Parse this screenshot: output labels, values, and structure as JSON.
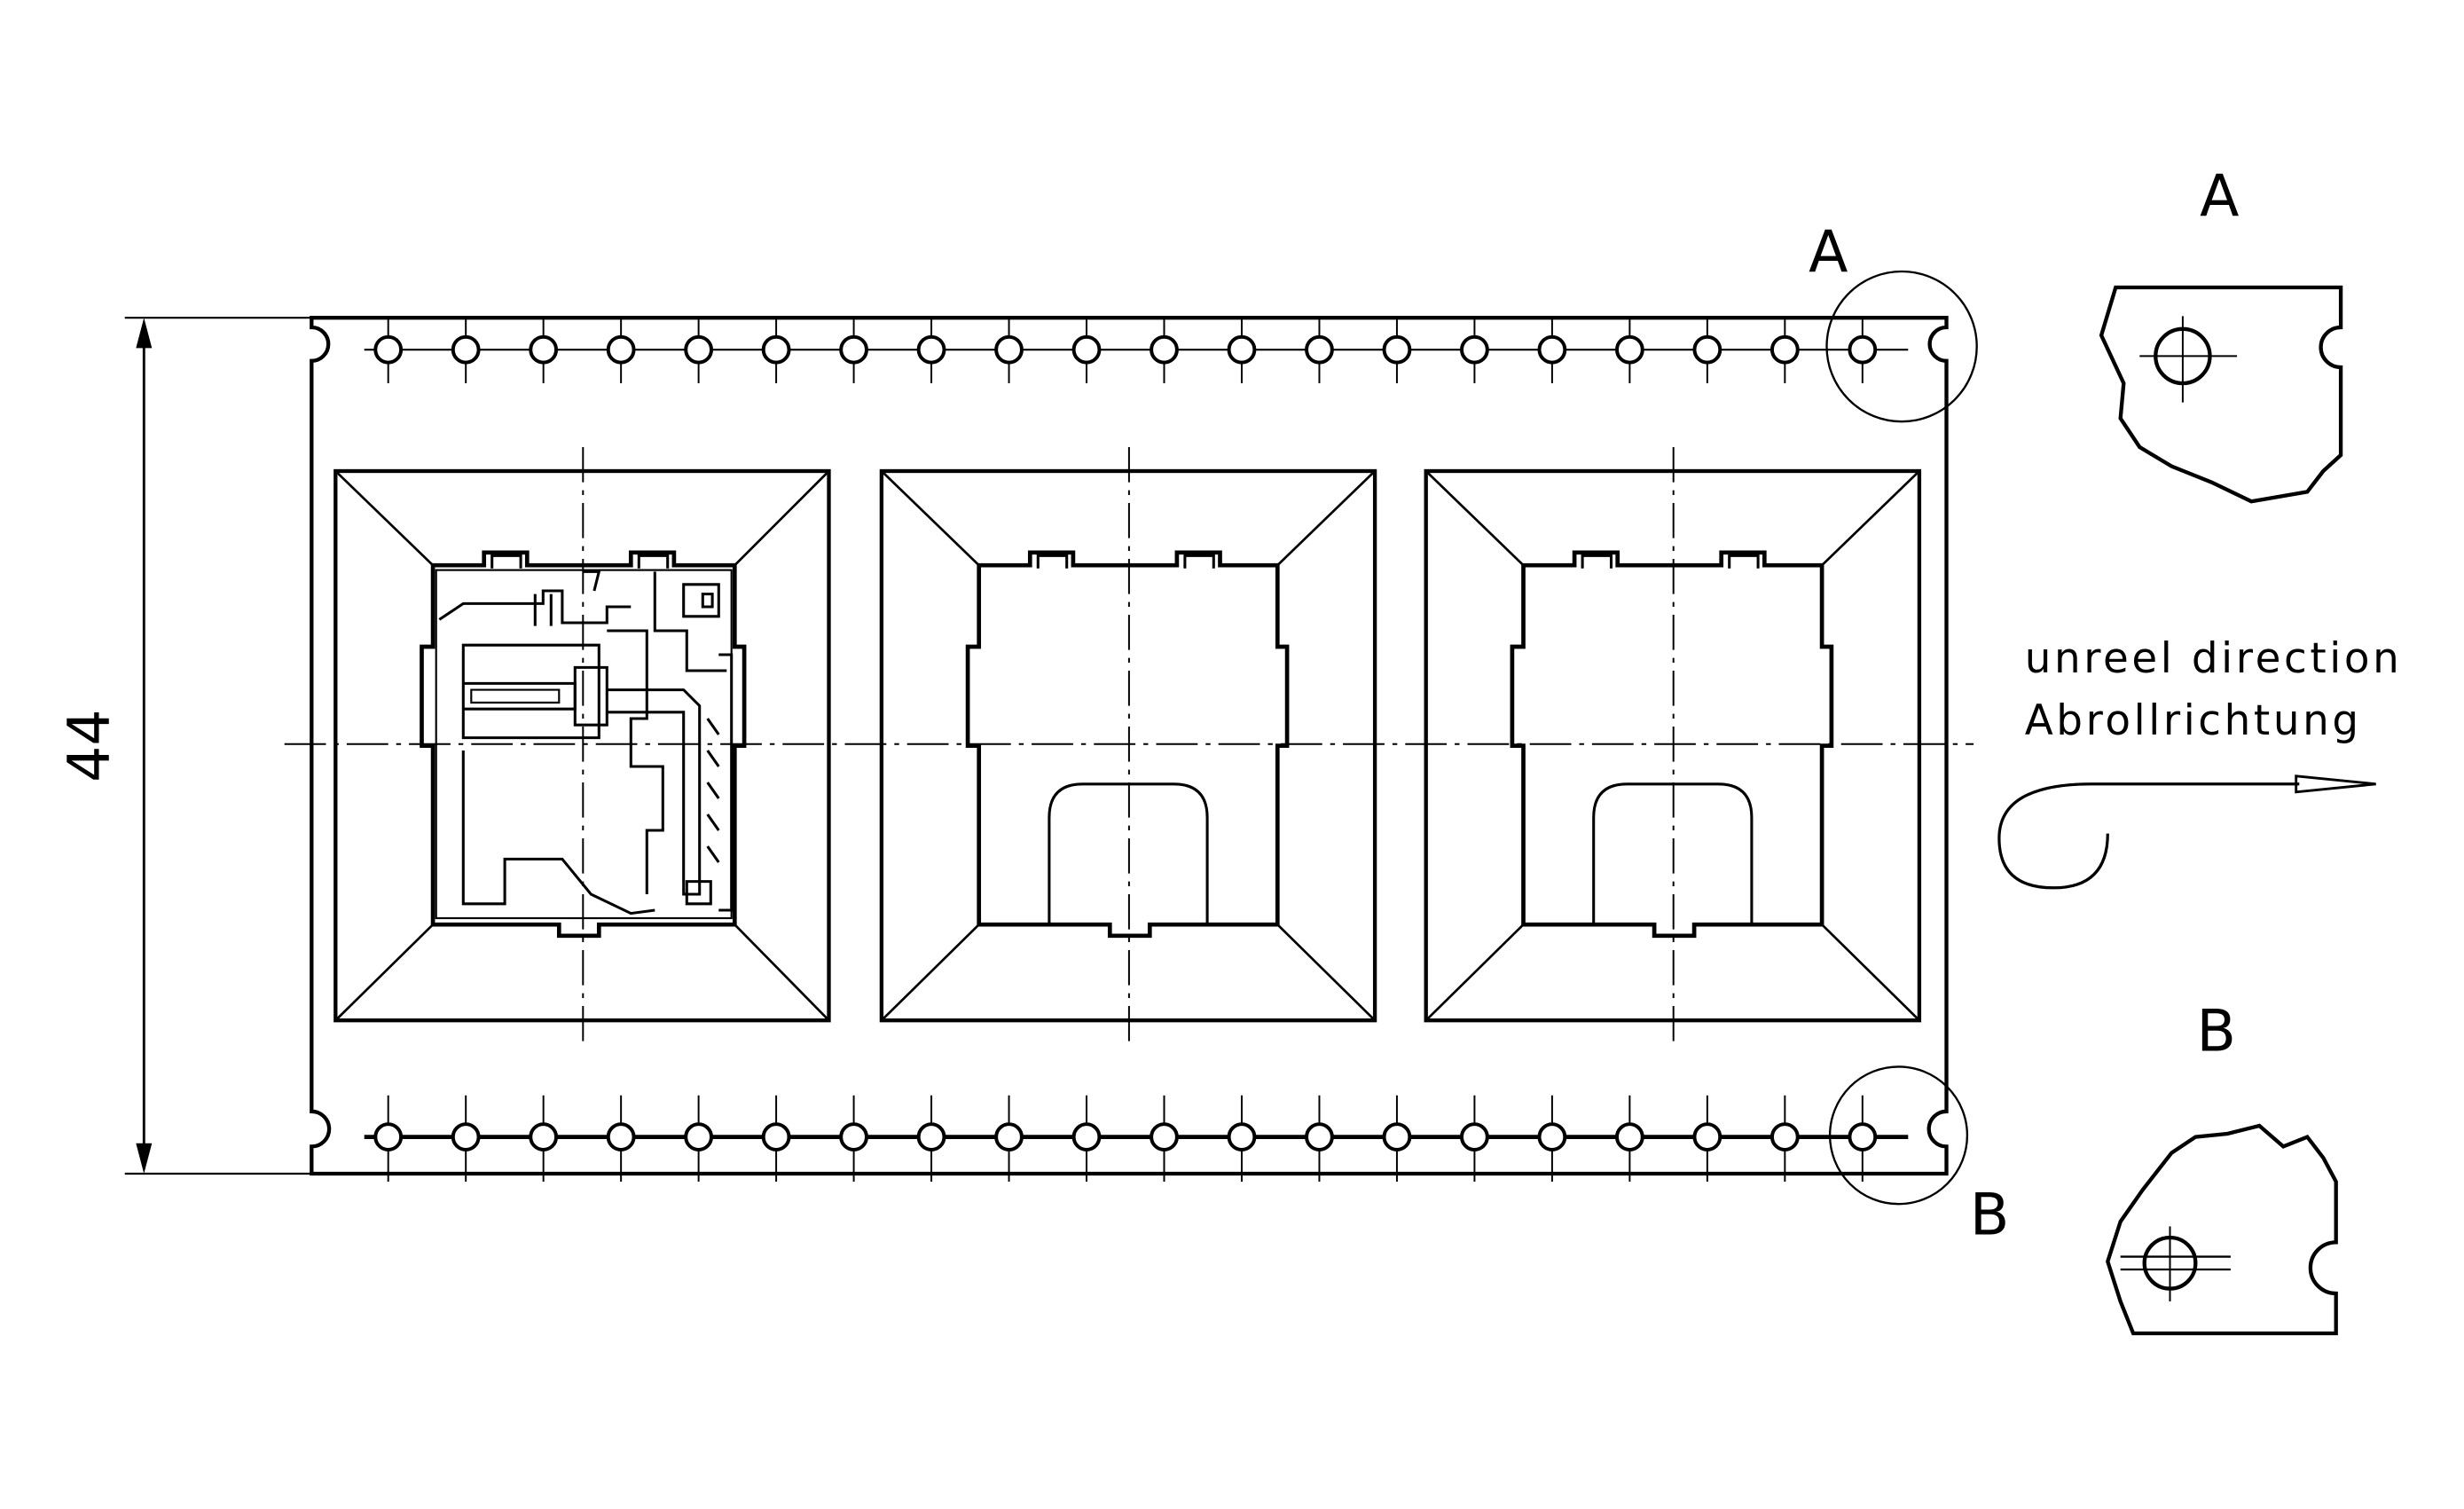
{
  "dimension": {
    "height_value": "44"
  },
  "detail_labels": {
    "a_main": "A",
    "a_detail": "A",
    "b_main": "B",
    "b_detail": "B"
  },
  "direction": {
    "english": "unreel direction",
    "german": "Abrollrichtung"
  },
  "tape": {
    "sprocket_holes_per_row": 20,
    "pockets": 3
  }
}
